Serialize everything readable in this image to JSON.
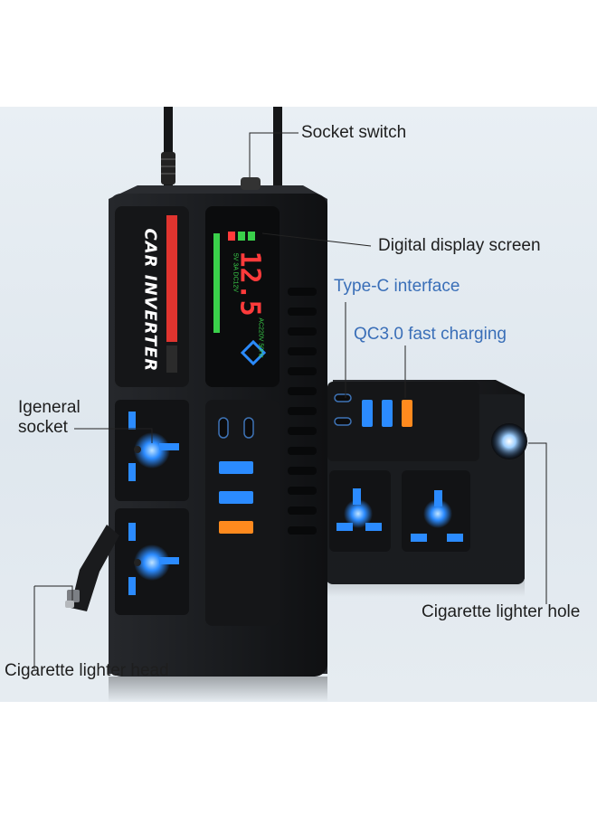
{
  "device": {
    "brand_text": "CAR INVERTER",
    "display_value": "12.5",
    "screen_line_left": "5V 3A DC12V",
    "screen_line_right": "AC220V 50Hz"
  },
  "labels": {
    "socket_switch": "Socket switch",
    "digital_display": "Digital display screen",
    "type_c": "Type-C interface",
    "qc_fast_charging": "QC3.0 fast charging",
    "general_socket_line1": "Igeneral",
    "general_socket_line2": "socket",
    "lighter_hole": "Cigarette lighter hole",
    "lighter_head": "Cigarette lighter head"
  },
  "colors": {
    "background": "#e3eaf0",
    "device_body": "#1b1d20",
    "socket_glow": "#2b8bff",
    "display_red": "#ff3b3b",
    "display_green": "#3ad04a",
    "qc_orange": "#ff8a1e",
    "label_blue": "#3a6fb8"
  }
}
